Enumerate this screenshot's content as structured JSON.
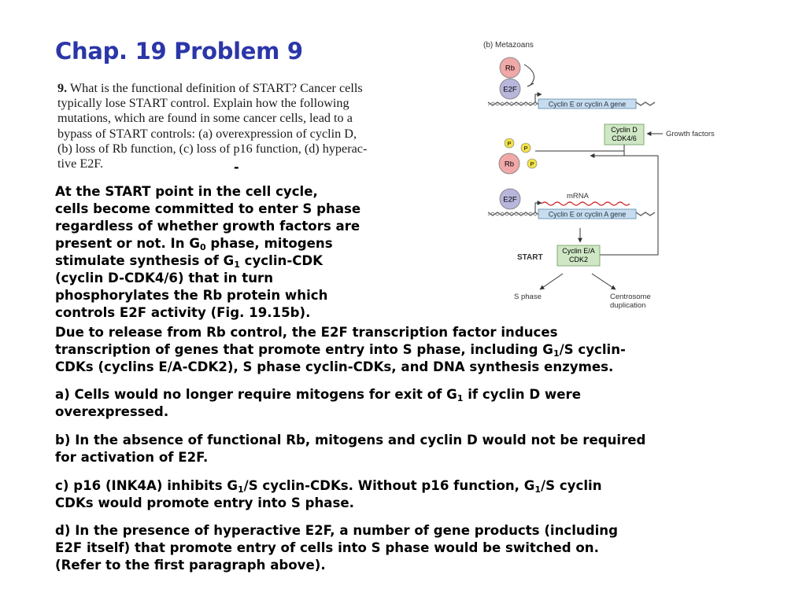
{
  "title": "Chap. 19 Problem 9",
  "question": {
    "number": "9.",
    "lines": [
      "What is the functional definition of START? Cancer cells",
      "typically lose START control. Explain how the following",
      "mutations, which are found in some cancer cells, lead to a",
      "bypass of START controls: (a) overexpression of cyclin D,",
      "(b) loss of Rb function, (c) loss of p16 function, (d) hyperac-",
      "tive E2F."
    ]
  },
  "answer": {
    "p1_lines": [
      "At the START point in the cell cycle,",
      "cells become committed to enter S phase",
      "regardless of whether growth factors are",
      "present or not. In G",
      "0",
      " phase, mitogens",
      "stimulate synthesis of G",
      "1",
      " cyclin-CDK",
      "(cyclin D-CDK4/6) that in turn",
      "phosphorylates the Rb protein which",
      "controls E2F activity (Fig. 19.15b)."
    ],
    "p2_lines": [
      "Due to release from Rb control, the E2F transcription factor induces",
      "transcription of genes that promote entry into S phase, including G",
      "1",
      "/S cyclin-",
      "CDKs (cyclins E/A-CDK2), S phase cyclin-CDKs, and DNA synthesis enzymes."
    ],
    "a_parts": [
      "a) Cells would no longer require mitogens for exit of G",
      "1",
      " if cyclin D were",
      "overexpressed."
    ],
    "b_lines": [
      "b) In the absence of functional Rb, mitogens and cyclin D would not be required",
      "for activation of E2F."
    ],
    "c_parts": [
      "c) p16 (INK4A) inhibits G",
      "1",
      "/S cyclin-CDKs. Without p16 function, G",
      "1",
      "/S cyclin",
      "CDKs would promote entry into S phase."
    ],
    "d_lines": [
      "d) In the presence of hyperactive E2F, a number of gene products (including",
      "E2F itself) that promote entry of cells into S phase would be switched on.",
      "(Refer to the first paragraph above)."
    ]
  },
  "diagram": {
    "panel_label": "(b)  Metazoans",
    "rb": "Rb",
    "e2f": "E2F",
    "p": "P",
    "gene": "Cyclin E or cyclin A gene",
    "cyclin_d": "Cyclin D",
    "cdk46": "CDK4/6",
    "growth_factors": "Growth factors",
    "mrna": "mRNA",
    "start": "START",
    "cyclin_ea": "Cyclin E/A",
    "cdk2": "CDK2",
    "s_phase": "S phase",
    "centrosome": "Centrosome",
    "duplication": "duplication",
    "colors": {
      "purple": "#b9b6dc",
      "pink": "#f0a8a8",
      "yellow": "#f2e24a",
      "green": "#cfe7c4",
      "blue": "#c8dcef",
      "red": "#cc1f1f"
    }
  }
}
